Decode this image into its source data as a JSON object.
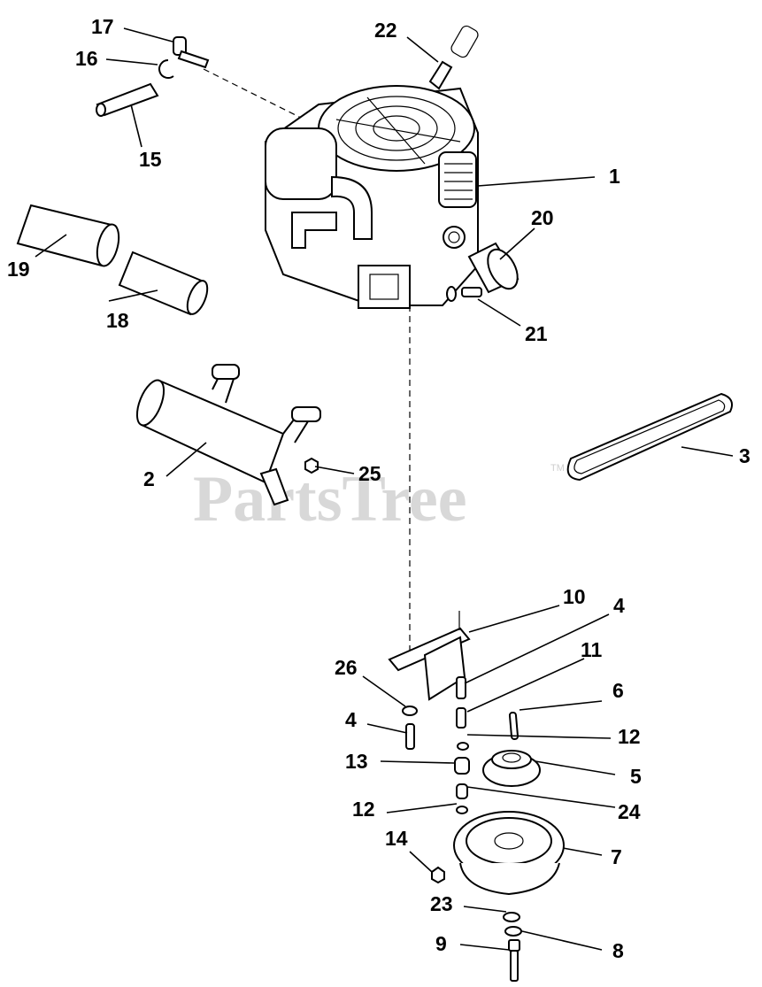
{
  "watermark": {
    "text": "PartsTree",
    "tm": "TM"
  },
  "callouts": {
    "c1": "1",
    "c2": "2",
    "c3": "3",
    "c4a": "4",
    "c4b": "4",
    "c5": "5",
    "c6": "6",
    "c7": "7",
    "c8": "8",
    "c9": "9",
    "c10": "10",
    "c11": "11",
    "c12a": "12",
    "c12b": "12",
    "c13": "13",
    "c14": "14",
    "c15": "15",
    "c16": "16",
    "c17": "17",
    "c18": "18",
    "c19": "19",
    "c20": "20",
    "c21": "21",
    "c22": "22",
    "c23": "23",
    "c24": "24",
    "c25": "25",
    "c26": "26"
  }
}
